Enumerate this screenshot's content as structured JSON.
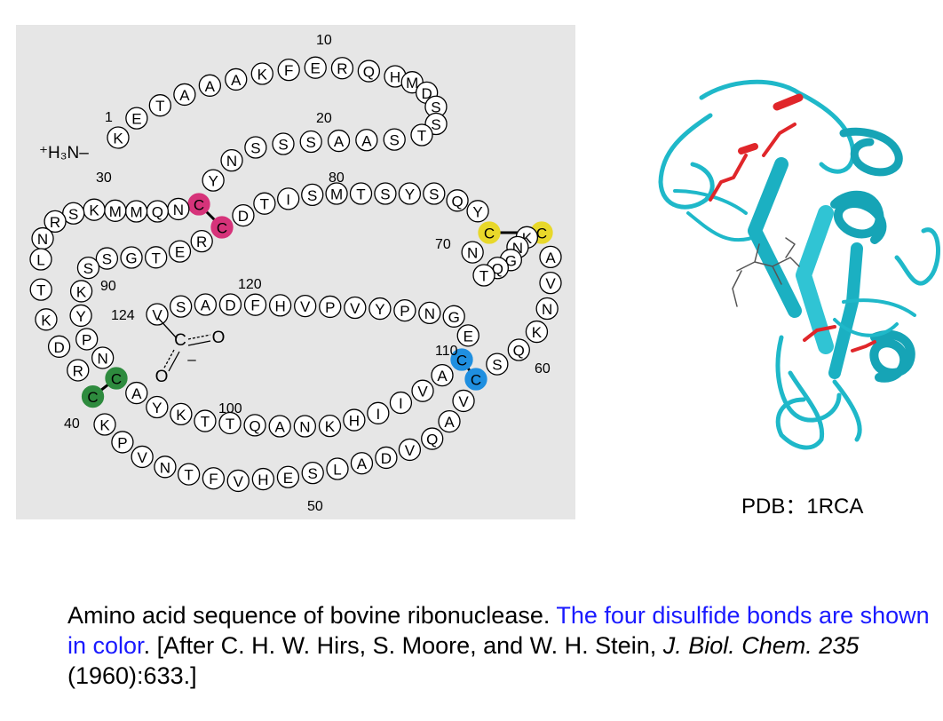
{
  "residues": [
    "K",
    "E",
    "T",
    "A",
    "A",
    "A",
    "K",
    "F",
    "E",
    "R",
    "Q",
    "H",
    "M",
    "D",
    "S",
    "S",
    "T",
    "S",
    "A",
    "A",
    "S",
    "S",
    "S",
    "N",
    "Y",
    "C",
    "N",
    "Q",
    "M",
    "M",
    "K",
    "S",
    "R",
    "N",
    "L",
    "T",
    "K",
    "D",
    "R",
    "C",
    "K",
    "P",
    "V",
    "N",
    "T",
    "F",
    "V",
    "H",
    "E",
    "S",
    "L",
    "A",
    "D",
    "V",
    "Q",
    "A",
    "V",
    "C",
    "S",
    "Q",
    "K",
    "N",
    "V",
    "A",
    "C",
    "K",
    "N",
    "G",
    "Q",
    "T",
    "N",
    "C",
    "Y",
    "Q",
    "S",
    "Y",
    "S",
    "T",
    "M",
    "S",
    "I",
    "T",
    "D",
    "C",
    "R",
    "E",
    "T",
    "G",
    "S",
    "S",
    "K",
    "Y",
    "P",
    "N",
    "C",
    "A",
    "Y",
    "K",
    "T",
    "T",
    "Q",
    "A",
    "N",
    "K",
    "H",
    "I",
    "I",
    "V",
    "A",
    "C",
    "E",
    "G",
    "N",
    "P",
    "Y",
    "V",
    "P",
    "V",
    "H",
    "F",
    "D",
    "A",
    "S",
    "V"
  ],
  "disulfides": [
    {
      "a": 26,
      "b": 84,
      "color": "#d6337a"
    },
    {
      "a": 40,
      "b": 95,
      "color": "#2e8b3e"
    },
    {
      "a": 58,
      "b": 110,
      "color": "#1f8fe0"
    },
    {
      "a": 65,
      "b": 72,
      "color": "#e8d82a"
    }
  ],
  "numbers": [
    "1",
    "10",
    "20",
    "30",
    "40",
    "50",
    "60",
    "70",
    "80",
    "90",
    "100",
    "110",
    "120",
    "124"
  ],
  "n_terminus": "⁺H₃N–",
  "c_terminus": {
    "carbon": "C",
    "oxygen_double": "O",
    "oxygen_single": "O",
    "charge": "–"
  },
  "structure": {
    "label": "PDB：1RCA",
    "ribbon_color": "#1fb8c9",
    "highlight_color": "#e0262a"
  },
  "caption": {
    "part1": "Amino acid sequence of bovine ribonuclease. ",
    "part2": "The four disulfide bonds are shown in color",
    "part3": ". [After C. H. W. Hirs, S. Moore, and W. H. Stein, ",
    "journal": "J. Biol. Chem.",
    "space": " ",
    "volume": "235",
    "part4": " (1960):633.]"
  }
}
